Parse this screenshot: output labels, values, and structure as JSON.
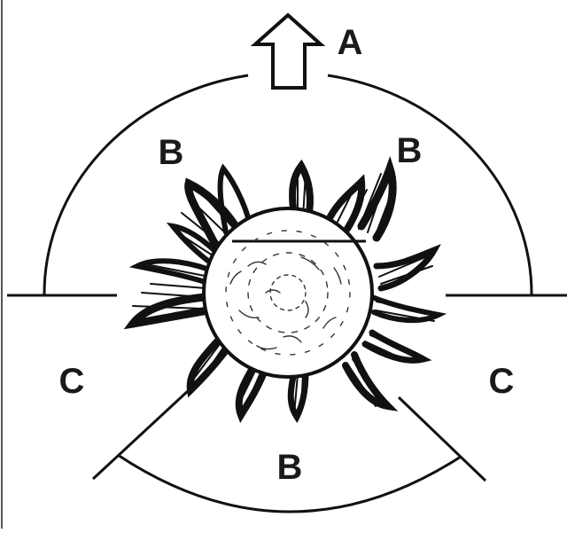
{
  "labels": {
    "top": "A",
    "upper_left": "B",
    "upper_right": "B",
    "left": "C",
    "right": "C",
    "bottom": "B"
  }
}
